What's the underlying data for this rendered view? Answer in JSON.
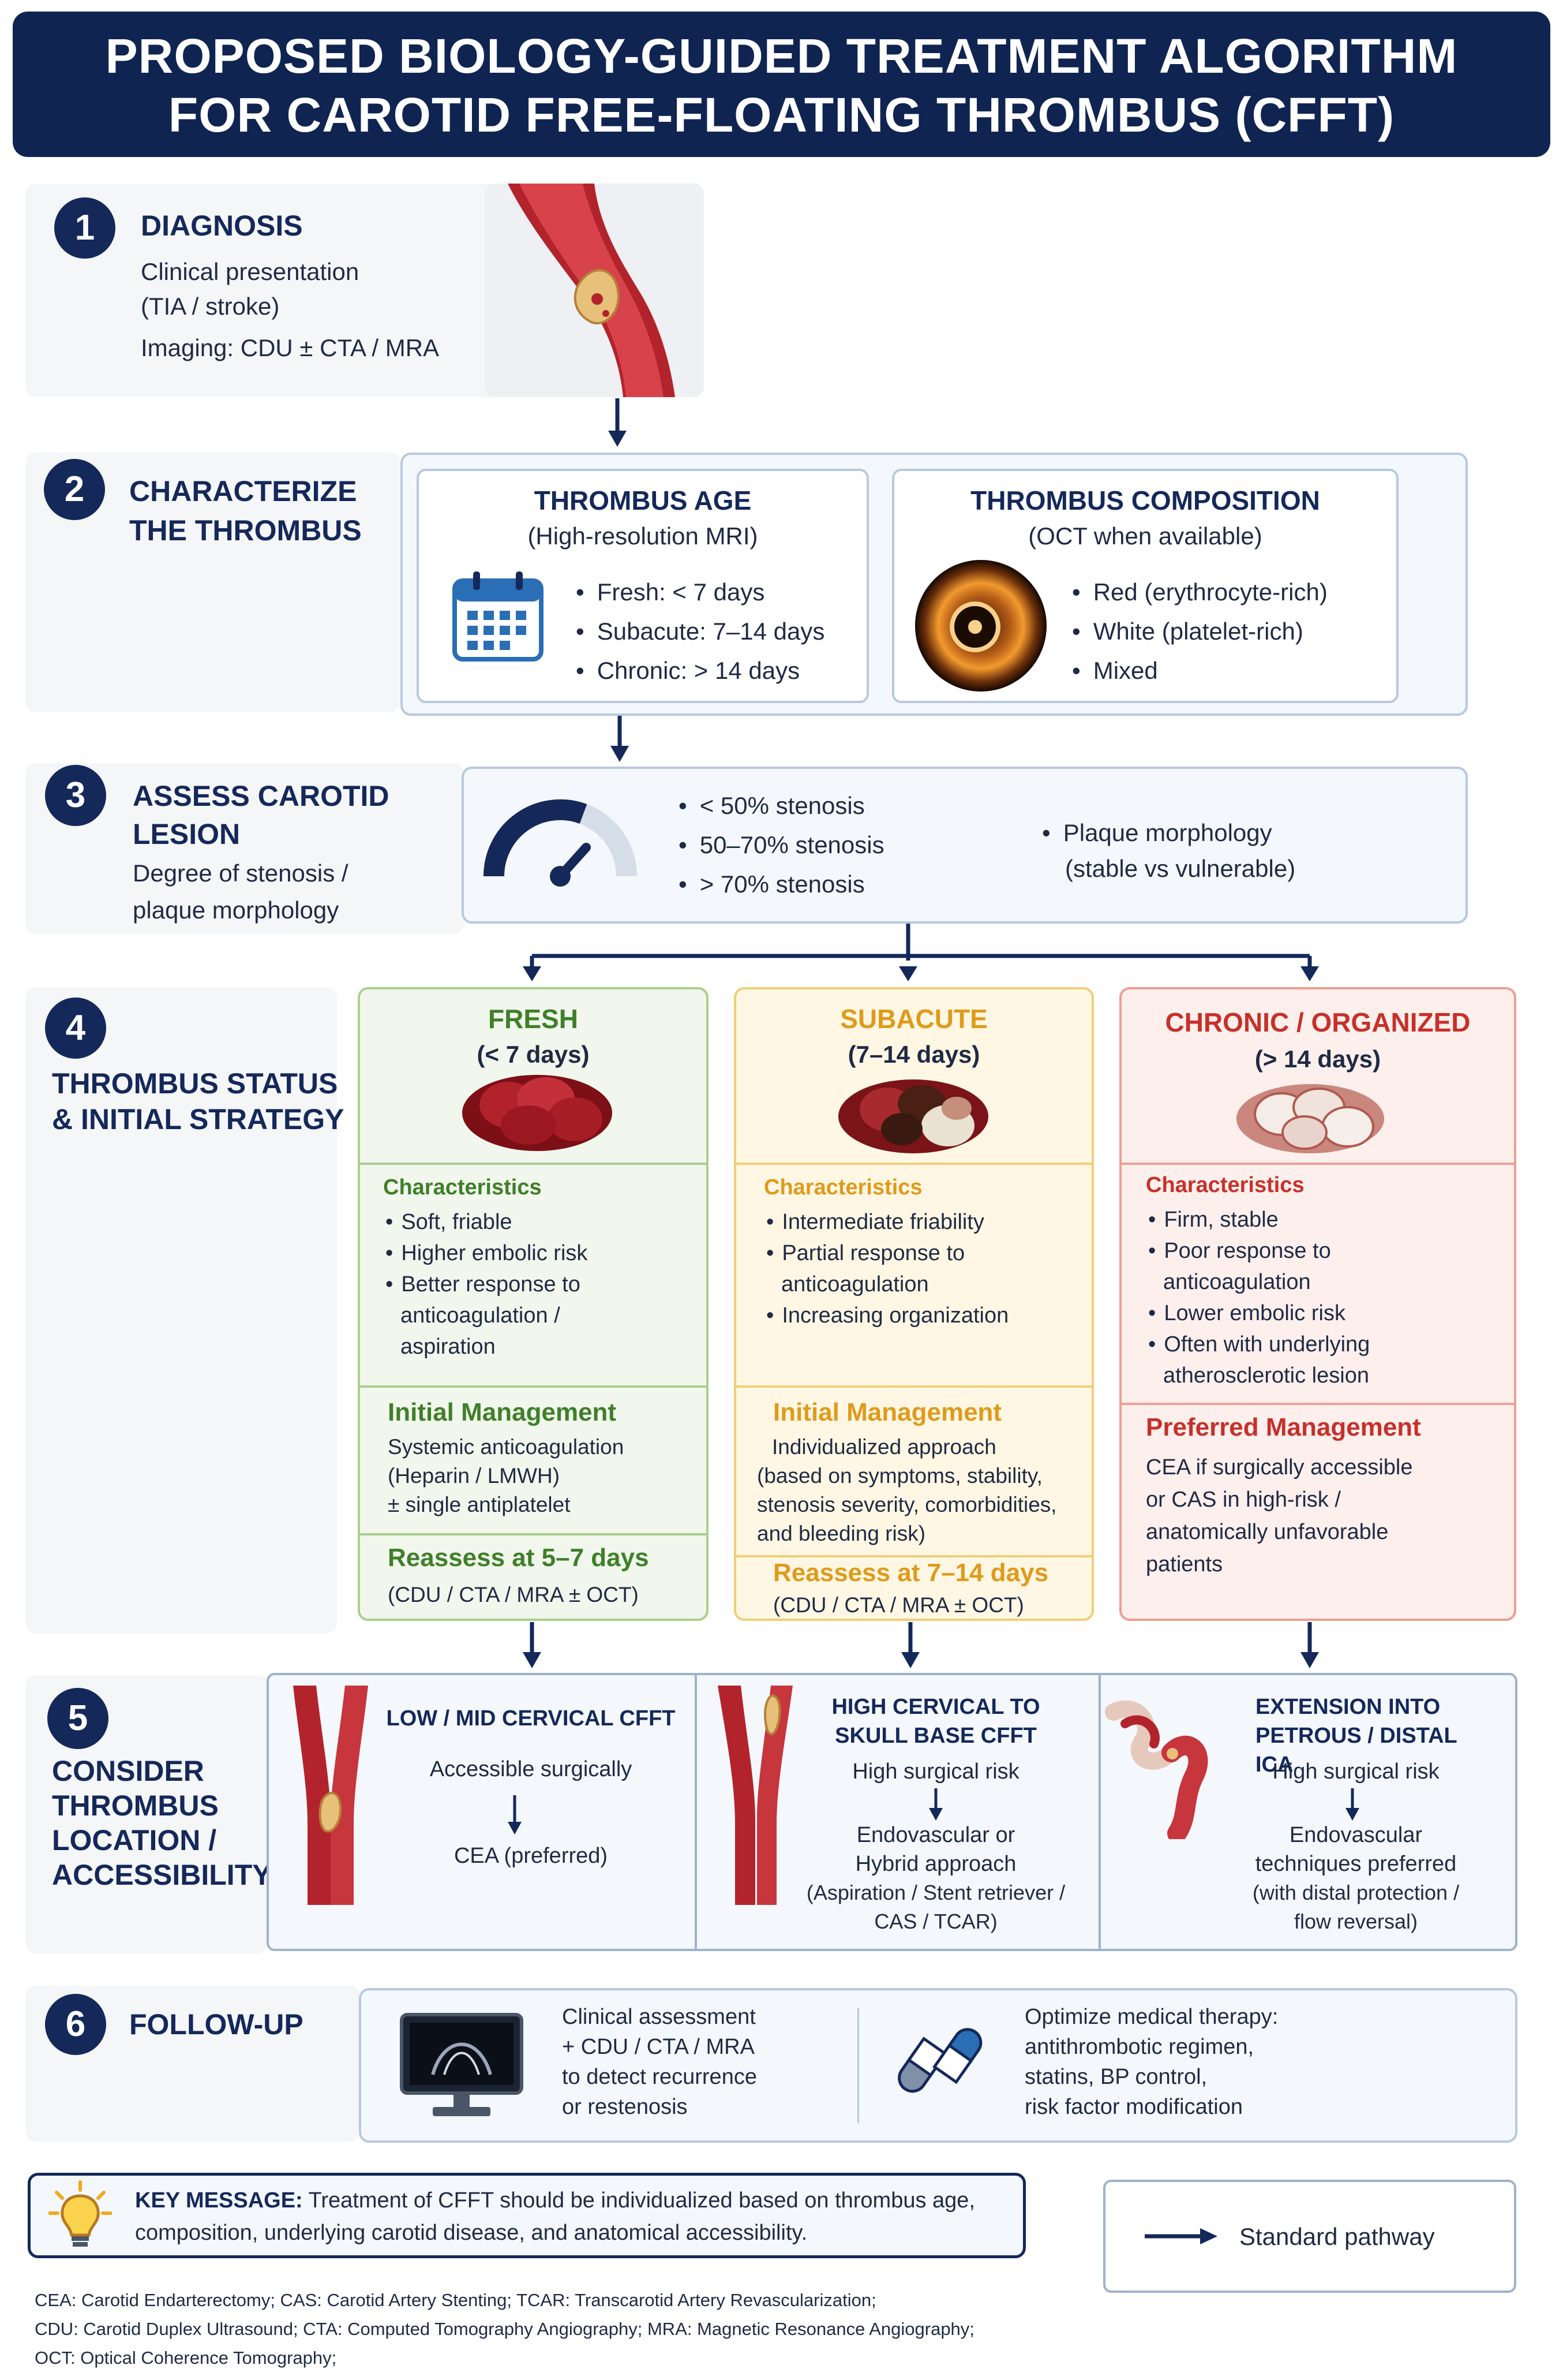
{
  "header": {
    "title_line1": "PROPOSED BIOLOGY-GUIDED TREATMENT ALGORITHM",
    "title_line2": "FOR CAROTID FREE-FLOATING THROMBUS (CFFT)"
  },
  "step1": {
    "number": "1",
    "title": "DIAGNOSIS",
    "line1": "Clinical presentation",
    "line2": "(TIA / stroke)",
    "line3": "Imaging: CDU ± CTA / MRA"
  },
  "step2": {
    "number": "2",
    "title_line1": "CHARACTERIZE",
    "title_line2": "THE THROMBUS",
    "age": {
      "title": "THROMBUS AGE",
      "subtitle": "(High-resolution MRI)",
      "items": [
        "Fresh: < 7 days",
        "Subacute: 7–14 days",
        "Chronic: > 14 days"
      ]
    },
    "composition": {
      "title": "THROMBUS COMPOSITION",
      "subtitle": "(OCT when available)",
      "items": [
        "Red (erythrocyte-rich)",
        "White (platelet-rich)",
        "Mixed"
      ]
    }
  },
  "step3": {
    "number": "3",
    "title_line1": "ASSESS CAROTID",
    "title_line2": "LESION",
    "line1": "Degree of stenosis /",
    "line2": "plaque morphology",
    "items": [
      "< 50% stenosis",
      "50–70% stenosis",
      "> 70% stenosis"
    ],
    "plaque_line1": "Plaque morphology",
    "plaque_line2": "(stable vs vulnerable)"
  },
  "step4": {
    "number": "4",
    "title_line1": "THROMBUS STATUS",
    "title_line2": "& INITIAL STRATEGY",
    "fresh": {
      "title": "FRESH",
      "range": "(< 7 days)",
      "char_title": "Characteristics",
      "chars": [
        "Soft, friable",
        "Higher embolic risk",
        "Better response to anticoagulation / aspiration"
      ],
      "mgmt_title": "Initial Management",
      "mgmt_lines": [
        "Systemic anticoagulation",
        "(Heparin / LMWH)",
        "± single antiplatelet"
      ],
      "reassess_title": "Reassess at 5–7 days",
      "reassess_sub": "(CDU / CTA / MRA ± OCT)"
    },
    "subacute": {
      "title": "SUBACUTE",
      "range": "(7–14 days)",
      "char_title": "Characteristics",
      "chars": [
        "Intermediate friability",
        "Partial response to anticoagulation",
        "Increasing organization"
      ],
      "mgmt_title": "Initial Management",
      "mgmt_lines": [
        "Individualized approach",
        "(based on symptoms, stability,",
        "stenosis severity, comorbidities,",
        "and bleeding risk)"
      ],
      "reassess_title": "Reassess at 7–14 days",
      "reassess_sub": "(CDU / CTA / MRA ± OCT)"
    },
    "chronic": {
      "title": "CHRONIC / ORGANIZED",
      "range": "(> 14 days)",
      "char_title": "Characteristics",
      "chars": [
        "Firm, stable",
        "Poor response to anticoagulation",
        "Lower embolic risk",
        "Often with underlying atherosclerotic lesion"
      ],
      "mgmt_title": "Preferred Management",
      "mgmt_lines": [
        "CEA if surgically accessible",
        "or CAS in high-risk /",
        "anatomically unfavorable",
        "patients"
      ]
    }
  },
  "step5": {
    "number": "5",
    "title_lines": [
      "CONSIDER",
      "THROMBUS",
      "LOCATION /",
      "ACCESSIBILITY"
    ],
    "low": {
      "title": "LOW / MID CERVICAL CFFT",
      "line1": "Accessible surgically",
      "line2": "CEA (preferred)"
    },
    "high": {
      "title_line1": "HIGH CERVICAL TO",
      "title_line2": "SKULL BASE CFFT",
      "line1": "High surgical risk",
      "line2": "Endovascular or",
      "line3": "Hybrid approach",
      "line4": "(Aspiration / Stent retriever /",
      "line5": "CAS / TCAR)"
    },
    "ext": {
      "title_line1": "EXTENSION INTO",
      "title_line2": "PETROUS / DISTAL ICA",
      "line1": "High surgical risk",
      "line2": "Endovascular",
      "line3": "techniques preferred",
      "line4": "(with distal protection /",
      "line5": "flow reversal)"
    }
  },
  "step6": {
    "number": "6",
    "title": "FOLLOW-UP",
    "left_lines": [
      "Clinical assessment",
      "+ CDU / CTA / MRA",
      "to detect recurrence",
      "or restenosis"
    ],
    "right_lines": [
      "Optimize medical therapy:",
      "antithrombotic regimen,",
      "statins, BP control,",
      "risk factor modification"
    ]
  },
  "key_message": {
    "label": "KEY MESSAGE:",
    "text_line1": "Treatment of CFFT should be individualized based on thrombus age,",
    "text_line2": "composition, underlying carotid disease, and anatomical accessibility."
  },
  "legend": {
    "label": "Standard pathway"
  },
  "footnotes": [
    "CEA: Carotid Endarterectomy; CAS: Carotid Artery Stenting; TCAR: Transcarotid Artery Revascularization;",
    "CDU: Carotid Duplex Ultrasound; CTA: Computed Tomography Angiography; MRA: Magnetic Resonance Angiography;",
    "OCT: Optical Coherence Tomography;"
  ],
  "colors": {
    "navy": "#14285a",
    "fresh": "#3f7f2a",
    "subacute": "#e09a1a",
    "chronic": "#c7302a"
  }
}
